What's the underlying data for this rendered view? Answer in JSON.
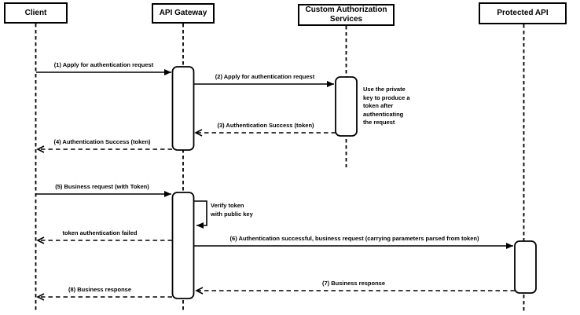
{
  "colors": {
    "stroke": "#000000",
    "background": "#ffffff"
  },
  "diagram_type": "sequence-diagram",
  "actors": [
    {
      "id": "client",
      "label": "Client"
    },
    {
      "id": "api-gateway",
      "label": "API Gateway"
    },
    {
      "id": "custom-authorization-services",
      "label": "Custom Authorization Services"
    },
    {
      "id": "protected-api",
      "label": "Protected API"
    }
  ],
  "messages": [
    {
      "label": "(1) Apply for authentication request",
      "from": "Client",
      "to": "API Gateway",
      "style": "solid"
    },
    {
      "label": "(2) Apply for authentication request",
      "from": "API Gateway",
      "to": "Custom Authorization Services",
      "style": "solid"
    },
    {
      "label": "(3) Authentication Success (token)",
      "from": "Custom Authorization Services",
      "to": "API Gateway",
      "style": "dashed"
    },
    {
      "label": "(4) Authentication Success (token)",
      "from": "API Gateway",
      "to": "Client",
      "style": "dashed"
    },
    {
      "label": "(5) Business request (with Token)",
      "from": "Client",
      "to": "API Gateway",
      "style": "solid"
    },
    {
      "label": "Verify token\nwith public key",
      "from": "API Gateway",
      "to": "API Gateway",
      "style": "self"
    },
    {
      "label": "token authentication failed",
      "from": "API Gateway",
      "to": "Client",
      "style": "dashed"
    },
    {
      "label": "(6) Authentication successful, business request (carrying parameters parsed from token)",
      "from": "API Gateway",
      "to": "Protected API",
      "style": "solid"
    },
    {
      "label": "(7) Business response",
      "from": "Protected API",
      "to": "API Gateway",
      "style": "dashed"
    },
    {
      "label": "(8) Business response",
      "from": "API Gateway",
      "to": "Client",
      "style": "dashed"
    }
  ],
  "note": {
    "text": "Use the private\nkey to produce a\ntoken after\nauthenticating\nthe request"
  }
}
